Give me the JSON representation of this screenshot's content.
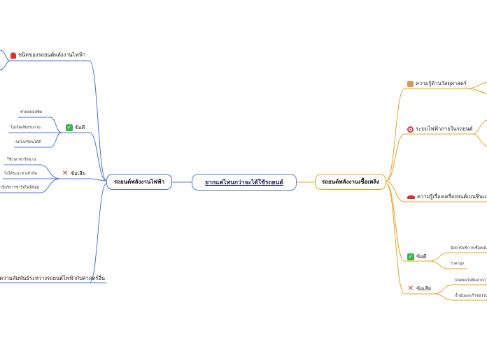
{
  "colors": {
    "left_branch": "#4a72d8",
    "right_branch": "#f0a020",
    "center_border": "#5b7fc4"
  },
  "center": {
    "label": "ยากแค่ไหนกว่าจะได้ใช้รถยนต์"
  },
  "left": {
    "label": "รถยนต์พลังงานไฟฟ้า",
    "types": {
      "label": "ชนิดของรถยนต์พลังงานไฟฟ้า",
      "icon": "alarm-bell-icon"
    },
    "pros": {
      "label": "ข้อดี",
      "icon": "check-icon",
      "items": [
        "ช่วยลดมลพิษ",
        "ไม่เกิดเสียงรบกวน",
        "ลดโลกร้อนได้ดี"
      ]
    },
    "cons": {
      "label": "ข้อเสีย",
      "icon": "cross-icon",
      "items": [
        "ใช้เวลาชาร์จนาน",
        "วิ่งได้ระยะทางจำกัด",
        "สถานีบริการชาร์จไฟมีน้อย"
      ]
    },
    "relation": {
      "label": "ความสัมพันธ์ระหว่างรถยนต์ไฟฟ้ากับศาสตร์อื่น"
    }
  },
  "right": {
    "label": "รถยนต์พลังงานเชื้อเพลิง",
    "materials": {
      "label": "ความรู้ด้านวัสดุศาสตร์",
      "icon": "package-icon"
    },
    "electrical": {
      "label": "ระบบไฟฟ้าภายในรถยนต์",
      "icon": "target-icon"
    },
    "engine": {
      "label": "ความรู้เรื่องเครื่องยนต์เบนซินและดีเซล",
      "icon": "car-icon"
    },
    "pros": {
      "label": "ข้อดี",
      "icon": "check-icon",
      "items": [
        "มีสถานีบริการเชื้อเพลิงจำนวนมาก",
        "ราคาถูก"
      ]
    },
    "cons": {
      "label": "ข้อเสีย",
      "icon": "cross-icon",
      "items": [
        "ปล่อยควันพิษจากการเผาไหม้",
        "น้ำมันและก๊าซธรรมชาติมีจำกัด"
      ]
    }
  }
}
